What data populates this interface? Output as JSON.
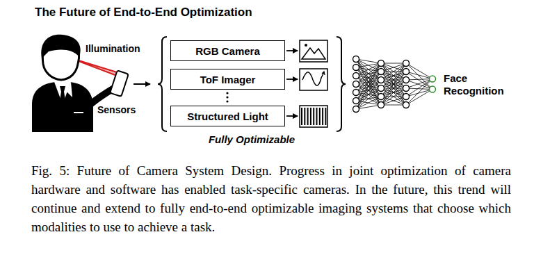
{
  "diagram": {
    "title": "The Future of End-to-End Optimization",
    "caption": "Fig. 5: Future of Camera System Design. Progress in joint optimization of camera hardware and software has enabled task-specific cameras. In the future, this trend will continue and extend to fully end-to-end optimizable imaging systems that choose which modalities to use to achieve a task.",
    "nodes": [
      {
        "text": [
          "Fully Optimizable"
        ]
      },
      {
        "text": [
          "RGB Camera"
        ],
        "in": 0
      },
      {
        "text": [
          "ToF Imager"
        ],
        "in": 0
      },
      {
        "text": [
          "Structured Light"
        ],
        "in": 0
      }
    ],
    "labels": [
      "Illumination",
      "Sensors",
      "Face Recognition"
    ]
  }
}
